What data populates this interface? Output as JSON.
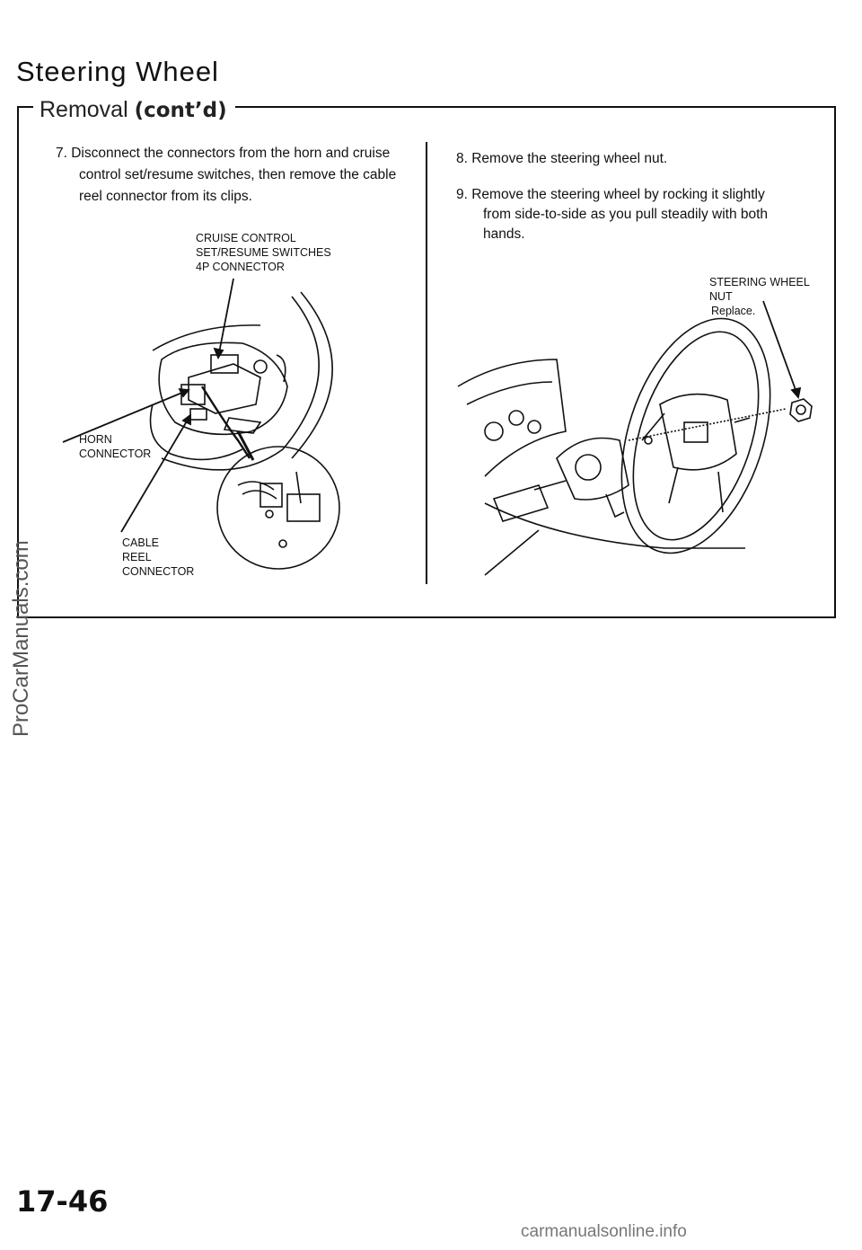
{
  "header": {
    "title": "Steering Wheel",
    "subtitle_plain": "Removal",
    "subtitle_bold": "(cont’d)"
  },
  "left": {
    "step7_line1": "7.   Disconnect the connectors from the horn and cruise",
    "step7_line2": "control set/resume switches, then remove the cable",
    "step7_line3": "reel connector from its clips.",
    "label_cruise_1": "CRUISE CONTROL",
    "label_cruise_2": "SET/RESUME  SWITCHES",
    "label_cruise_3": "4P CONNECTOR",
    "label_horn_1": "HORN",
    "label_horn_2": "CONNECTOR",
    "label_cable_1": "CABLE",
    "label_cable_2": "REEL",
    "label_cable_3": "CONNECTOR"
  },
  "right": {
    "step8": "8.   Remove the steering wheel nut.",
    "step9_line1": "9.   Remove  the  steering  wheel  by  rocking  it  slightly",
    "step9_line2": "from  side-to-side  as  you  pull  steadily  with  both",
    "step9_line3": "hands.",
    "label_nut_1": "STEERING  WHEEL",
    "label_nut_2": "NUT",
    "label_nut_3": "Replace."
  },
  "watermark": "ProCarManuals.com",
  "page_number": "17-46",
  "footer": "carmanualsonline.info"
}
